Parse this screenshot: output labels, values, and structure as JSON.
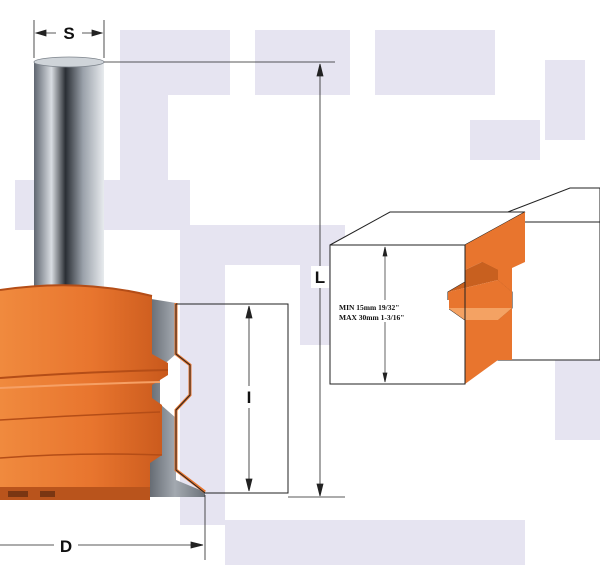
{
  "dimensions": {
    "shank": "S",
    "length": "L",
    "cut_height": "I",
    "diameter": "D"
  },
  "spec": {
    "min": "MIN 15mm  19/32\"",
    "max": "MAX 30mm 1-3/16\""
  },
  "colors": {
    "cutter_orange": "#e8752e",
    "cutter_dark": "#b44d17",
    "carbide": "#8a9098",
    "shank_gray": "#b9bfc6",
    "watermark": "#e6e4f1",
    "line": "#222222"
  }
}
